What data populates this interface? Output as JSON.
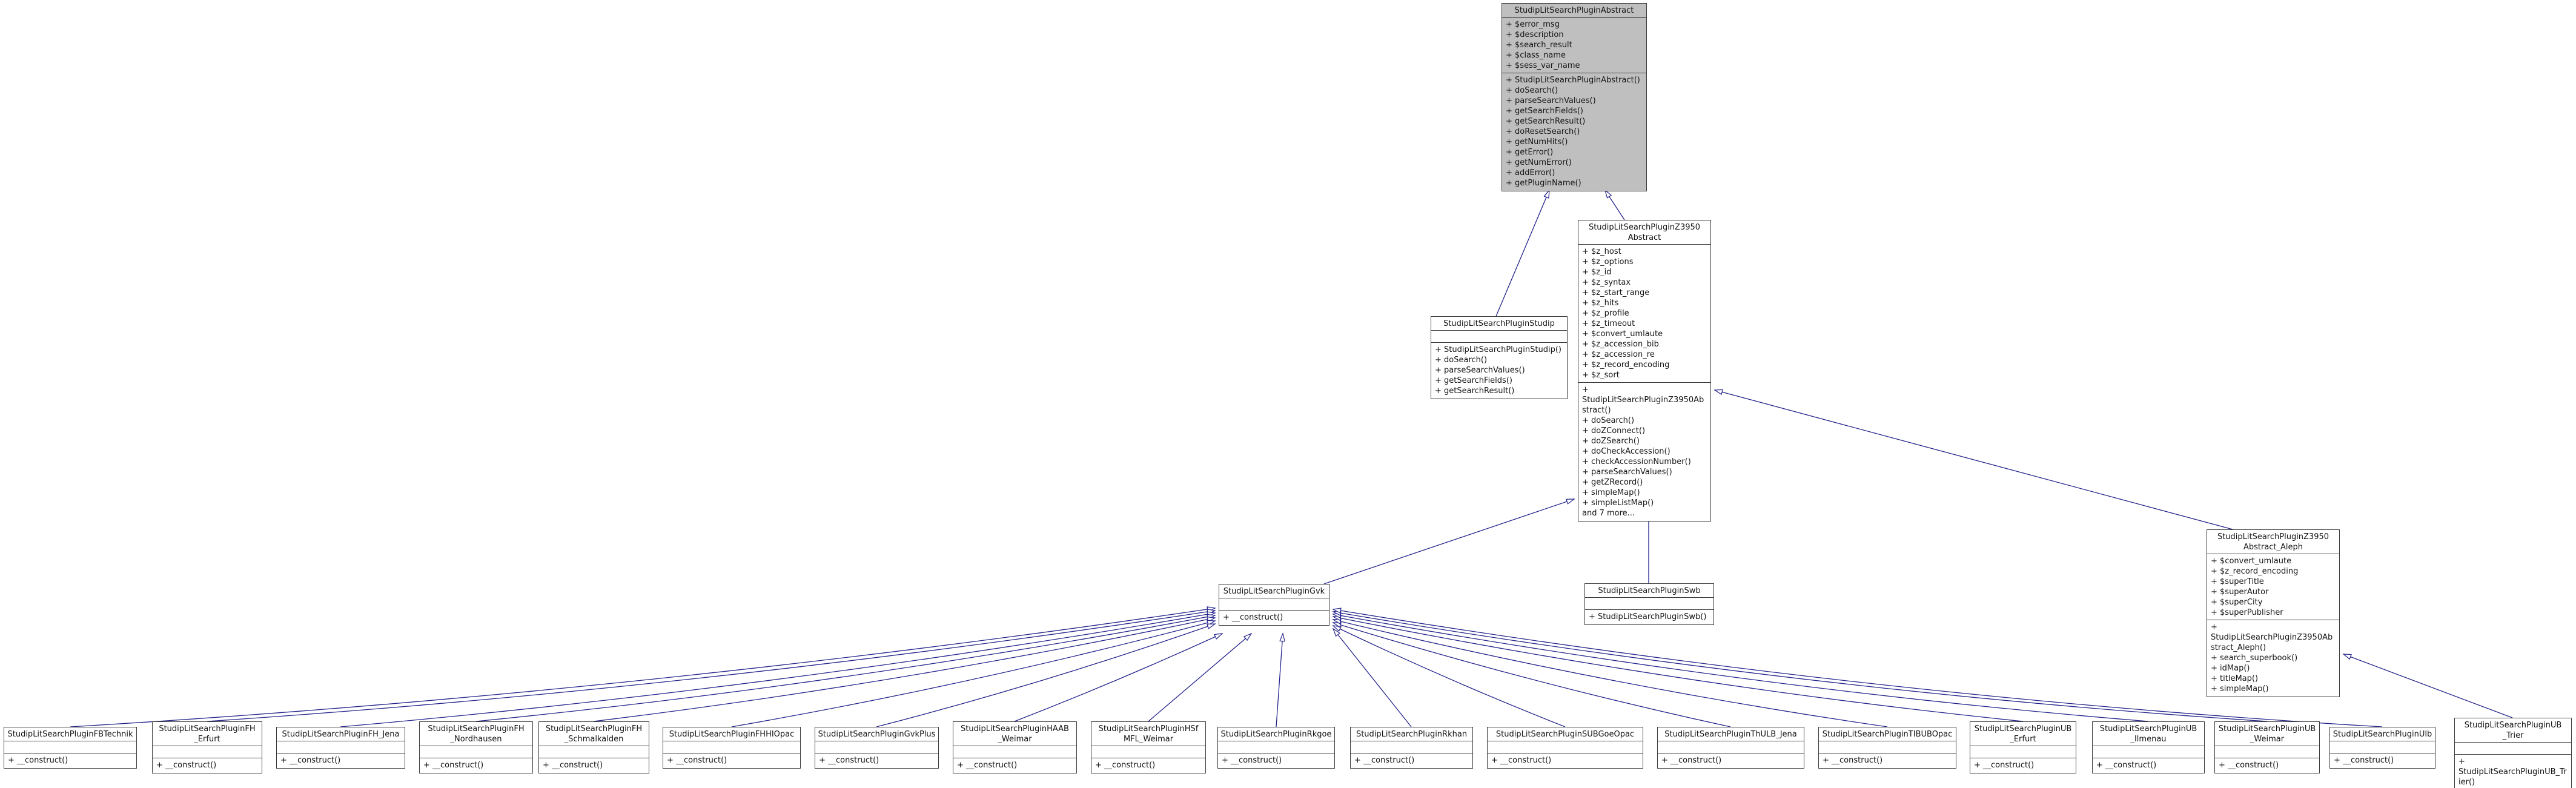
{
  "diagram": {
    "kind": "uml-class-inheritance-graph",
    "classes": [
      {
        "id": "abstract",
        "name": "StudipLitSearchPluginAbstract",
        "title_lines": [
          "StudipLitSearchPluginAbstract"
        ],
        "highlighted": true,
        "attributes": [
          "+ $error_msg",
          "+ $description",
          "+ $search_result",
          "+ $class_name",
          "+ $sess_var_name"
        ],
        "methods": [
          "+ StudipLitSearchPluginAbstract()",
          "+ doSearch()",
          "+ parseSearchValues()",
          "+ getSearchFields()",
          "+ getSearchResult()",
          "+ doResetSearch()",
          "+ getNumHits()",
          "+ getError()",
          "+ getNumError()",
          "+ addError()",
          "+ getPluginName()"
        ]
      },
      {
        "id": "studip",
        "name": "StudipLitSearchPluginStudip",
        "title_lines": [
          "StudipLitSearchPluginStudip"
        ],
        "highlighted": false,
        "attributes": [],
        "methods": [
          "+ StudipLitSearchPluginStudip()",
          "+ doSearch()",
          "+ parseSearchValues()",
          "+ getSearchFields()",
          "+ getSearchResult()"
        ]
      },
      {
        "id": "z3950",
        "name": "StudipLitSearchPluginZ3950Abstract",
        "title_lines": [
          "StudipLitSearchPluginZ3950",
          "Abstract"
        ],
        "highlighted": false,
        "attributes": [
          "+ $z_host",
          "+ $z_options",
          "+ $z_id",
          "+ $z_syntax",
          "+ $z_start_range",
          "+ $z_hits",
          "+ $z_profile",
          "+ $z_timeout",
          "+ $convert_umlaute",
          "+ $z_accession_bib",
          "+ $z_accession_re",
          "+ $z_record_encoding",
          "+ $z_sort"
        ],
        "methods": [
          "+ StudipLitSearchPluginZ3950Abstract()",
          "+ doSearch()",
          "+ doZConnect()",
          "+ doZSearch()",
          "+ doCheckAccession()",
          "+ checkAccessionNumber()",
          "+ parseSearchValues()",
          "+ getZRecord()",
          "+ simpleMap()",
          "+ simpleListMap()",
          "and 7 more..."
        ]
      },
      {
        "id": "gvk",
        "name": "StudipLitSearchPluginGvk",
        "title_lines": [
          "StudipLitSearchPluginGvk"
        ],
        "highlighted": false,
        "attributes": [],
        "methods": [
          "+ __construct()"
        ]
      },
      {
        "id": "swb",
        "name": "StudipLitSearchPluginSwb",
        "title_lines": [
          "StudipLitSearchPluginSwb"
        ],
        "highlighted": false,
        "attributes": [],
        "methods": [
          "+ StudipLitSearchPluginSwb()"
        ]
      },
      {
        "id": "aleph",
        "name": "StudipLitSearchPluginZ3950Abstract_Aleph",
        "title_lines": [
          "StudipLitSearchPluginZ3950",
          "Abstract_Aleph"
        ],
        "highlighted": false,
        "attributes": [
          "+ $convert_umlaute",
          "+ $z_record_encoding",
          "+ $superTitle",
          "+ $superAutor",
          "+ $superCity",
          "+ $superPublisher"
        ],
        "methods": [
          "+ StudipLitSearchPluginZ3950Abstract_Aleph()",
          "+ search_superbook()",
          "+ idMap()",
          "+ titleMap()",
          "+ simpleMap()"
        ]
      },
      {
        "id": "fbtechnik",
        "name": "StudipLitSearchPluginFBTechnik",
        "title_lines": [
          "StudipLitSearchPluginFBTechnik"
        ],
        "highlighted": false,
        "attributes": [],
        "methods": [
          "+ __construct()"
        ]
      },
      {
        "id": "fh_erfurt",
        "name": "StudipLitSearchPluginFH_Erfurt",
        "title_lines": [
          "StudipLitSearchPluginFH",
          "_Erfurt"
        ],
        "highlighted": false,
        "attributes": [],
        "methods": [
          "+ __construct()"
        ]
      },
      {
        "id": "fh_jena",
        "name": "StudipLitSearchPluginFH_Jena",
        "title_lines": [
          "StudipLitSearchPluginFH_Jena"
        ],
        "highlighted": false,
        "attributes": [],
        "methods": [
          "+ __construct()"
        ]
      },
      {
        "id": "fh_nordhausen",
        "name": "StudipLitSearchPluginFH_Nordhausen",
        "title_lines": [
          "StudipLitSearchPluginFH",
          "_Nordhausen"
        ],
        "highlighted": false,
        "attributes": [],
        "methods": [
          "+ __construct()"
        ]
      },
      {
        "id": "fh_schmalkalden",
        "name": "StudipLitSearchPluginFH_Schmalkalden",
        "title_lines": [
          "StudipLitSearchPluginFH",
          "_Schmalkalden"
        ],
        "highlighted": false,
        "attributes": [],
        "methods": [
          "+ __construct()"
        ]
      },
      {
        "id": "fhhiopac",
        "name": "StudipLitSearchPluginFHHIOpac",
        "title_lines": [
          "StudipLitSearchPluginFHHIOpac"
        ],
        "highlighted": false,
        "attributes": [],
        "methods": [
          "+ __construct()"
        ]
      },
      {
        "id": "gvkplus",
        "name": "StudipLitSearchPluginGvkPlus",
        "title_lines": [
          "StudipLitSearchPluginGvkPlus"
        ],
        "highlighted": false,
        "attributes": [],
        "methods": [
          "+ __construct()"
        ]
      },
      {
        "id": "haab_weimar",
        "name": "StudipLitSearchPluginHAAB_Weimar",
        "title_lines": [
          "StudipLitSearchPluginHAAB",
          "_Weimar"
        ],
        "highlighted": false,
        "attributes": [],
        "methods": [
          "+ __construct()"
        ]
      },
      {
        "id": "hsfmfl_weimar",
        "name": "StudipLitSearchPluginHSfMFL_Weimar",
        "title_lines": [
          "StudipLitSearchPluginHSf",
          "MFL_Weimar"
        ],
        "highlighted": false,
        "attributes": [],
        "methods": [
          "+ __construct()"
        ]
      },
      {
        "id": "rkgoe",
        "name": "StudipLitSearchPluginRkgoe",
        "title_lines": [
          "StudipLitSearchPluginRkgoe"
        ],
        "highlighted": false,
        "attributes": [],
        "methods": [
          "+ __construct()"
        ]
      },
      {
        "id": "rkhan",
        "name": "StudipLitSearchPluginRkhan",
        "title_lines": [
          "StudipLitSearchPluginRkhan"
        ],
        "highlighted": false,
        "attributes": [],
        "methods": [
          "+ __construct()"
        ]
      },
      {
        "id": "subgoeopac",
        "name": "StudipLitSearchPluginSUBGoeOpac",
        "title_lines": [
          "StudipLitSearchPluginSUBGoeOpac"
        ],
        "highlighted": false,
        "attributes": [],
        "methods": [
          "+ __construct()"
        ]
      },
      {
        "id": "thulb_jena",
        "name": "StudipLitSearchPluginThULB_Jena",
        "title_lines": [
          "StudipLitSearchPluginThULB_Jena"
        ],
        "highlighted": false,
        "attributes": [],
        "methods": [
          "+ __construct()"
        ]
      },
      {
        "id": "tibubopac",
        "name": "StudipLitSearchPluginTIBUBOpac",
        "title_lines": [
          "StudipLitSearchPluginTIBUBOpac"
        ],
        "highlighted": false,
        "attributes": [],
        "methods": [
          "+ __construct()"
        ]
      },
      {
        "id": "ub_erfurt",
        "name": "StudipLitSearchPluginUB_Erfurt",
        "title_lines": [
          "StudipLitSearchPluginUB",
          "_Erfurt"
        ],
        "highlighted": false,
        "attributes": [],
        "methods": [
          "+ __construct()"
        ]
      },
      {
        "id": "ub_ilmenau",
        "name": "StudipLitSearchPluginUB_Ilmenau",
        "title_lines": [
          "StudipLitSearchPluginUB",
          "_Ilmenau"
        ],
        "highlighted": false,
        "attributes": [],
        "methods": [
          "+ __construct()"
        ]
      },
      {
        "id": "ub_weimar",
        "name": "StudipLitSearchPluginUB_Weimar",
        "title_lines": [
          "StudipLitSearchPluginUB",
          "_Weimar"
        ],
        "highlighted": false,
        "attributes": [],
        "methods": [
          "+ __construct()"
        ]
      },
      {
        "id": "ulb",
        "name": "StudipLitSearchPluginUlb",
        "title_lines": [
          "StudipLitSearchPluginUlb"
        ],
        "highlighted": false,
        "attributes": [],
        "methods": [
          "+ __construct()"
        ]
      },
      {
        "id": "ub_trier",
        "name": "StudipLitSearchPluginUB_Trier",
        "title_lines": [
          "StudipLitSearchPluginUB",
          "_Trier"
        ],
        "highlighted": false,
        "attributes": [],
        "methods": [
          "+ StudipLitSearchPluginUB_Trier()"
        ]
      }
    ],
    "edges": [
      {
        "from": "studip",
        "to": "abstract"
      },
      {
        "from": "z3950",
        "to": "abstract"
      },
      {
        "from": "gvk",
        "to": "z3950"
      },
      {
        "from": "swb",
        "to": "z3950"
      },
      {
        "from": "aleph",
        "to": "z3950"
      },
      {
        "from": "fbtechnik",
        "to": "gvk"
      },
      {
        "from": "fh_erfurt",
        "to": "gvk"
      },
      {
        "from": "fh_jena",
        "to": "gvk"
      },
      {
        "from": "fh_nordhausen",
        "to": "gvk"
      },
      {
        "from": "fh_schmalkalden",
        "to": "gvk"
      },
      {
        "from": "fhhiopac",
        "to": "gvk"
      },
      {
        "from": "gvkplus",
        "to": "gvk"
      },
      {
        "from": "haab_weimar",
        "to": "gvk"
      },
      {
        "from": "hsfmfl_weimar",
        "to": "gvk"
      },
      {
        "from": "rkgoe",
        "to": "gvk"
      },
      {
        "from": "rkhan",
        "to": "gvk"
      },
      {
        "from": "subgoeopac",
        "to": "gvk"
      },
      {
        "from": "thulb_jena",
        "to": "gvk"
      },
      {
        "from": "tibubopac",
        "to": "gvk"
      },
      {
        "from": "ub_erfurt",
        "to": "gvk"
      },
      {
        "from": "ub_ilmenau",
        "to": "gvk"
      },
      {
        "from": "ub_weimar",
        "to": "gvk"
      },
      {
        "from": "ulb",
        "to": "gvk"
      },
      {
        "from": "ub_trier",
        "to": "aleph"
      }
    ],
    "colors": {
      "edge": "#23238b",
      "node_border": "#3b3b3b",
      "node_fill": "#ffffff",
      "highlight_fill": "#bfbfbf",
      "background": "#ffffff"
    }
  }
}
